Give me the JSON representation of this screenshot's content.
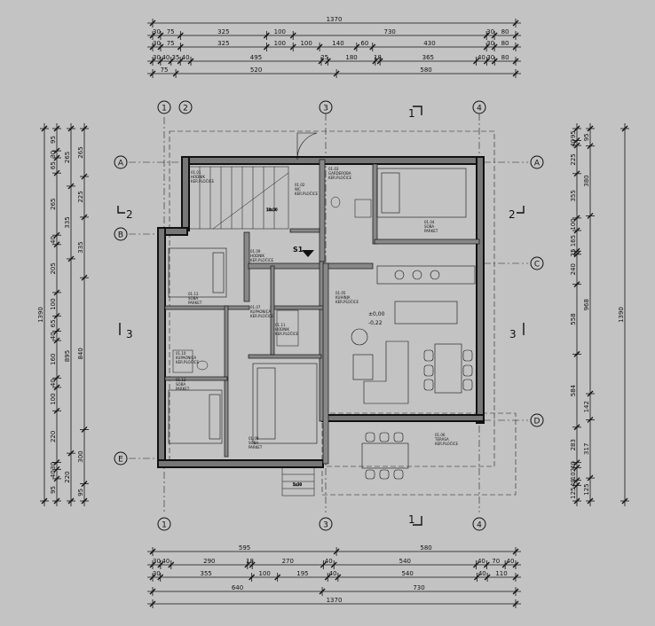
{
  "dims": {
    "top_total": "1370",
    "top_row1": [
      "30",
      "75",
      "325",
      "100",
      "730",
      "30",
      "80"
    ],
    "top_row2": [
      "30",
      "75",
      "325",
      "100",
      "100",
      "140",
      "60",
      "430",
      "30",
      "80"
    ],
    "top_row3": [
      "30",
      "40",
      "35",
      "40",
      "495",
      "25",
      "180",
      "18",
      "365",
      "40",
      "30",
      "80"
    ],
    "top_row4": [
      "75",
      "520",
      "580"
    ],
    "bottom_row1": [
      "595",
      "580"
    ],
    "bottom_row2": [
      "30",
      "40",
      "290",
      "18",
      "270",
      "40",
      "540",
      "40",
      "70",
      "40"
    ],
    "bottom_row3": [
      "30",
      "355",
      "100",
      "195",
      "40",
      "540",
      "40",
      "110"
    ],
    "bottom_row4": [
      "640",
      "730"
    ],
    "bottom_total": "1370",
    "left_total": "1390",
    "left_a": [
      "95",
      "30",
      "65",
      "265",
      "40",
      "205",
      "100",
      "65",
      "40",
      "160",
      "40",
      "100",
      "220",
      "30",
      "40",
      "95"
    ],
    "left_b": [
      "265",
      "335",
      "895",
      "220"
    ],
    "left_c": [
      "265",
      "225",
      "335",
      "840",
      "300",
      "95"
    ],
    "right_total": "1390",
    "right_a": [
      "95",
      "40",
      "225",
      "355",
      "100",
      "165",
      "25",
      "240",
      "558",
      "584",
      "283",
      "40",
      "102",
      "40",
      "125"
    ],
    "right_b": [
      "95",
      "380",
      "968",
      "142",
      "317",
      "125"
    ]
  },
  "axes": {
    "vertical": [
      "1",
      "2",
      "3",
      "4"
    ],
    "horizontal": [
      "A",
      "B",
      "C",
      "D",
      "E"
    ]
  },
  "sections": [
    "2",
    "3",
    "1",
    "S1"
  ],
  "levels": {
    "ground": "±0,00",
    "stair": "-0,22"
  },
  "rooms": [
    {
      "id": "01.01",
      "name": "HODNIK",
      "floor": "KER.PLOČICE"
    },
    {
      "id": "01.02",
      "name": "WC",
      "floor": "KER.PLOČICE"
    },
    {
      "id": "01.03",
      "name": "GARDEROBA",
      "floor": "KER.PLOČICE"
    },
    {
      "id": "01.04",
      "name": "SOBA",
      "floor": "PARKET"
    },
    {
      "id": "01.05",
      "name": "KUHINJA",
      "floor": "KER.PLOČICE"
    },
    {
      "id": "01.06",
      "name": "TERASA",
      "floor": "KER.PLOČICE"
    },
    {
      "id": "01.07",
      "name": "KUPAONICA",
      "floor": "KER.PLOČICE"
    },
    {
      "id": "01.08",
      "name": "SOBA",
      "floor": "PARKET"
    },
    {
      "id": "01.09",
      "name": "HODNIK",
      "floor": "KER.PLOČICE"
    },
    {
      "id": "01.10",
      "name": "KUPAONICA",
      "floor": "KER.PLOČICE"
    },
    {
      "id": "01.11",
      "name": "HODNIK",
      "floor": "KER.PLOČICE"
    },
    {
      "id": "01.12",
      "name": "SOBA",
      "floor": "PARKET"
    },
    {
      "id": "01.13",
      "name": "SOBA",
      "floor": "PARKET"
    }
  ],
  "stairs": {
    "main": "18x30",
    "entry": "5x30"
  }
}
